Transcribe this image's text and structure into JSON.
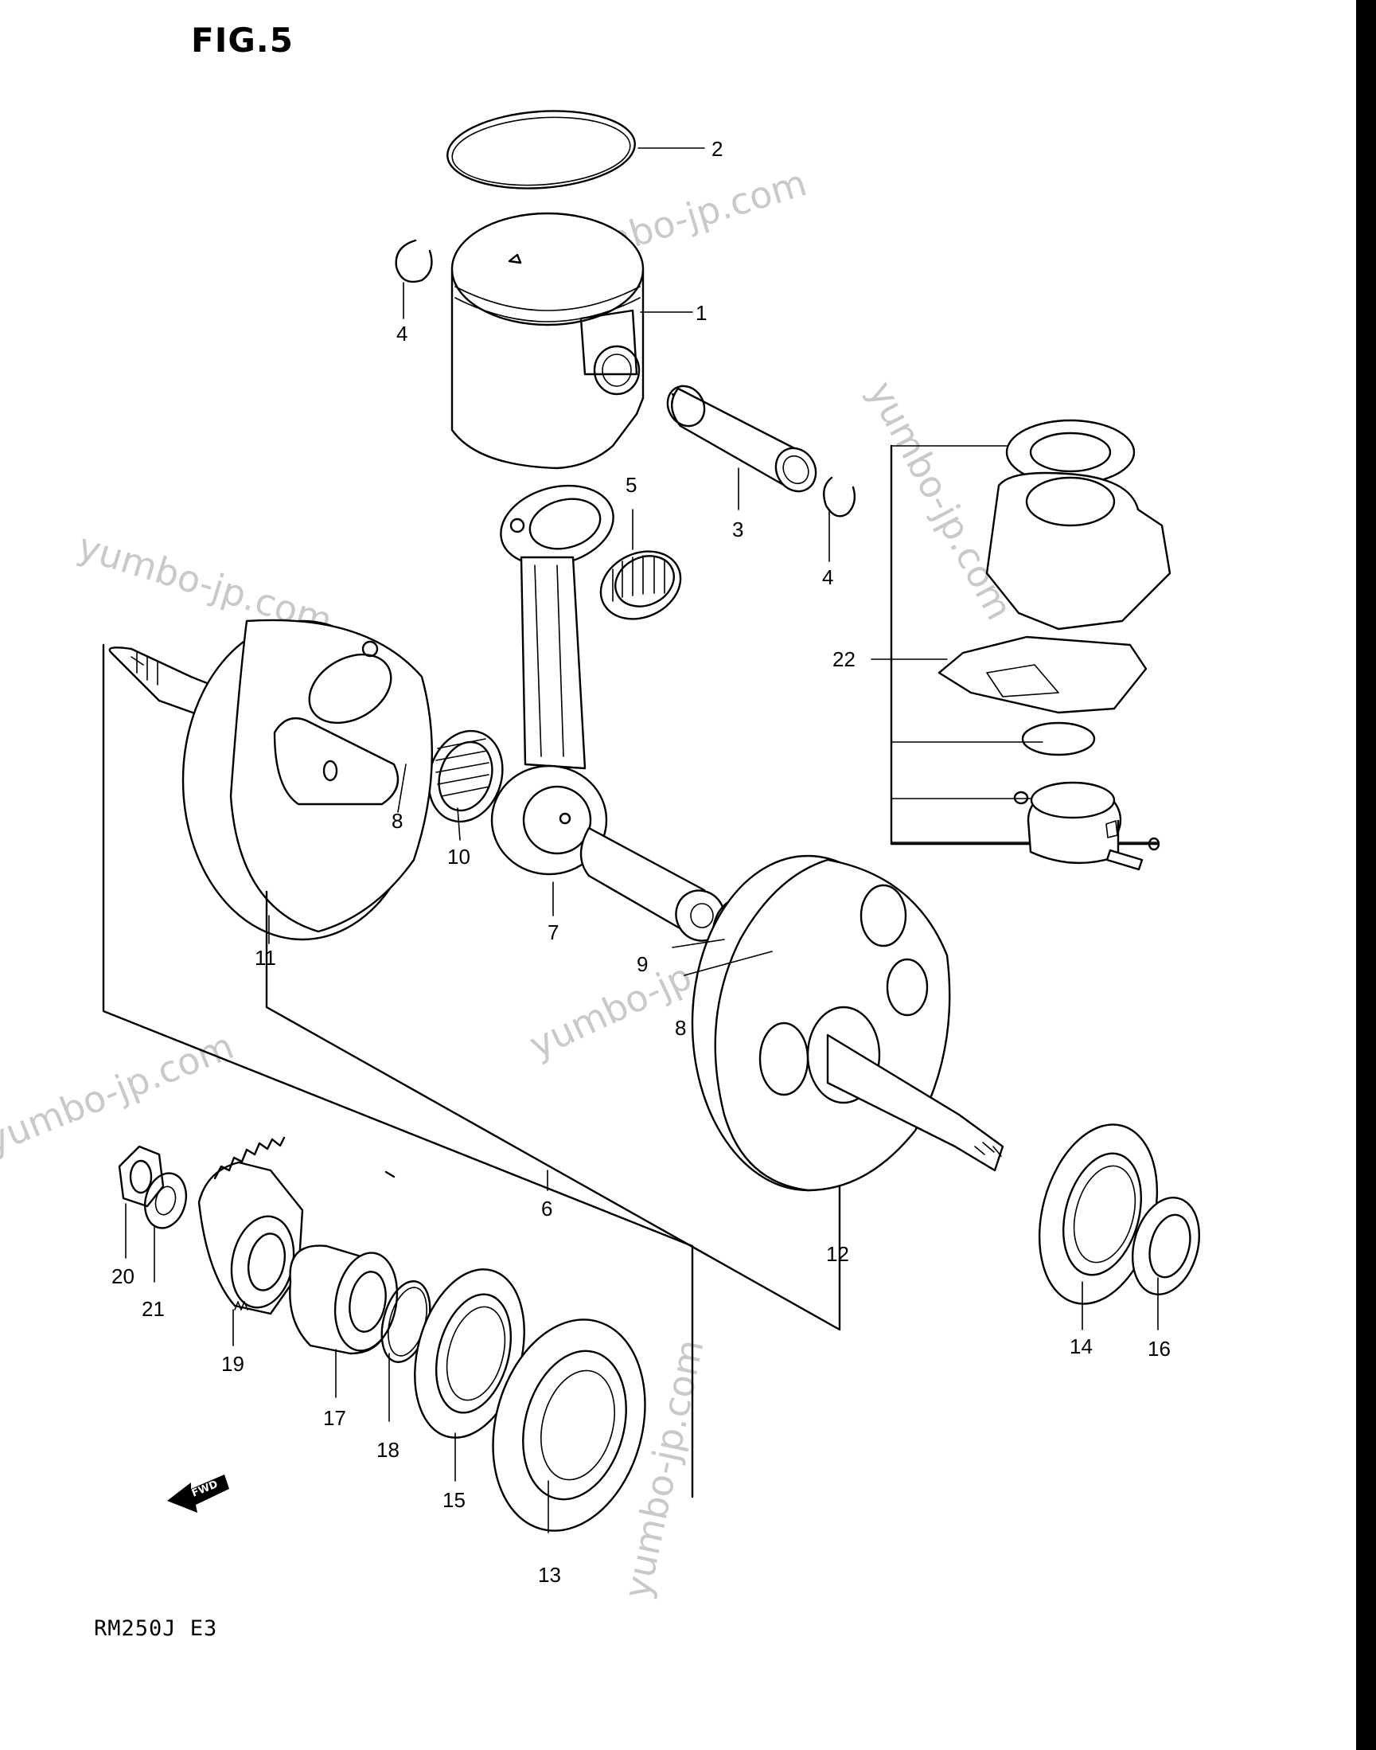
{
  "figure": {
    "title": "FIG.5",
    "model_code": "RM250J  E3",
    "fwd_label": "FWD",
    "watermark": "yumbo-jp.com"
  },
  "callouts": [
    {
      "id": "1",
      "label": "1"
    },
    {
      "id": "2",
      "label": "2"
    },
    {
      "id": "3",
      "label": "3"
    },
    {
      "id": "4a",
      "label": "4"
    },
    {
      "id": "4b",
      "label": "4"
    },
    {
      "id": "5",
      "label": "5"
    },
    {
      "id": "6",
      "label": "6"
    },
    {
      "id": "7",
      "label": "7"
    },
    {
      "id": "8a",
      "label": "8"
    },
    {
      "id": "8b",
      "label": "8"
    },
    {
      "id": "9",
      "label": "9"
    },
    {
      "id": "10",
      "label": "10"
    },
    {
      "id": "11",
      "label": "11"
    },
    {
      "id": "12",
      "label": "12"
    },
    {
      "id": "13",
      "label": "13"
    },
    {
      "id": "14",
      "label": "14"
    },
    {
      "id": "15",
      "label": "15"
    },
    {
      "id": "16",
      "label": "16"
    },
    {
      "id": "17",
      "label": "17"
    },
    {
      "id": "18",
      "label": "18"
    },
    {
      "id": "19",
      "label": "19"
    },
    {
      "id": "20",
      "label": "20"
    },
    {
      "id": "21",
      "label": "21"
    },
    {
      "id": "22",
      "label": "22"
    }
  ],
  "parts": [
    "piston",
    "piston-ring",
    "piston-pin",
    "piston-pin-circlip",
    "bearing",
    "crankshaft-assy",
    "conrod",
    "washer",
    "crank-pin",
    "needle-bearing",
    "crank-half-right",
    "crank-half-left",
    "bearing",
    "bearing",
    "bearing",
    "oil-seal",
    "spacer",
    "o-ring",
    "primary-drive-gear",
    "nut",
    "washer",
    "gasket-set"
  ]
}
